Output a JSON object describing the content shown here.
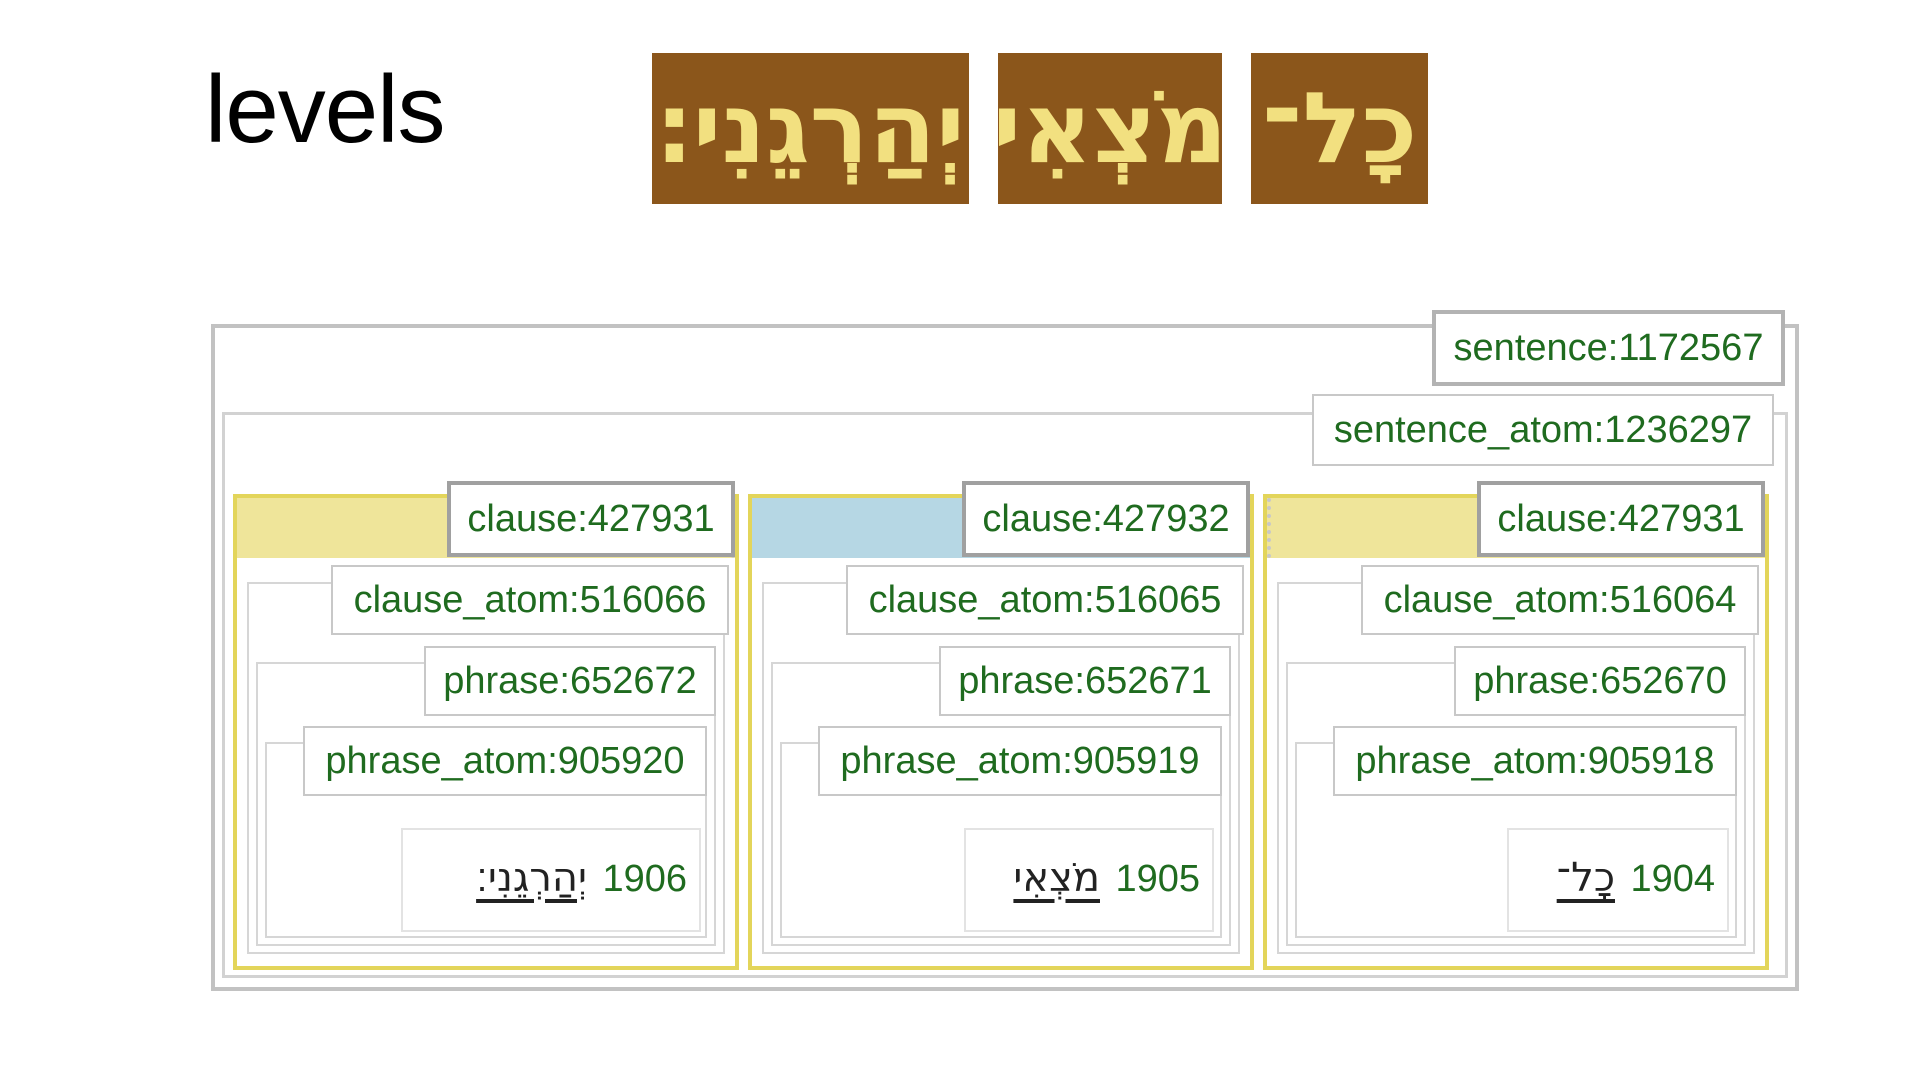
{
  "title": "levels",
  "words": [
    "יְהַרְגֵנִי׃",
    "מֹצְאִי",
    "כָל־"
  ],
  "sentence": "sentence:1172567",
  "sentence_atom": "sentence_atom:1236297",
  "clauses": [
    {
      "clause": "clause:427931",
      "clause_atom": "clause_atom:516066",
      "phrase": "phrase:652672",
      "phrase_atom": "phrase_atom:905920",
      "word": "יְהַרְגֵנִי׃",
      "slot": "1906",
      "band_color": "#efe59a"
    },
    {
      "clause": "clause:427932",
      "clause_atom": "clause_atom:516065",
      "phrase": "phrase:652671",
      "phrase_atom": "phrase_atom:905919",
      "word": "מֹצְאִי",
      "slot": "1905",
      "band_color": "#b6d7e4"
    },
    {
      "clause": "clause:427931",
      "clause_atom": "clause_atom:516064",
      "phrase": "phrase:652670",
      "phrase_atom": "phrase_atom:905918",
      "word": "כָל־",
      "slot": "1904",
      "band_color": "#efe59a"
    }
  ],
  "colors": {
    "tile_bg": "#8b561b",
    "tile_text": "#f2e080",
    "label_text": "#1f6b1f",
    "clause_border": "#e3d55a"
  }
}
